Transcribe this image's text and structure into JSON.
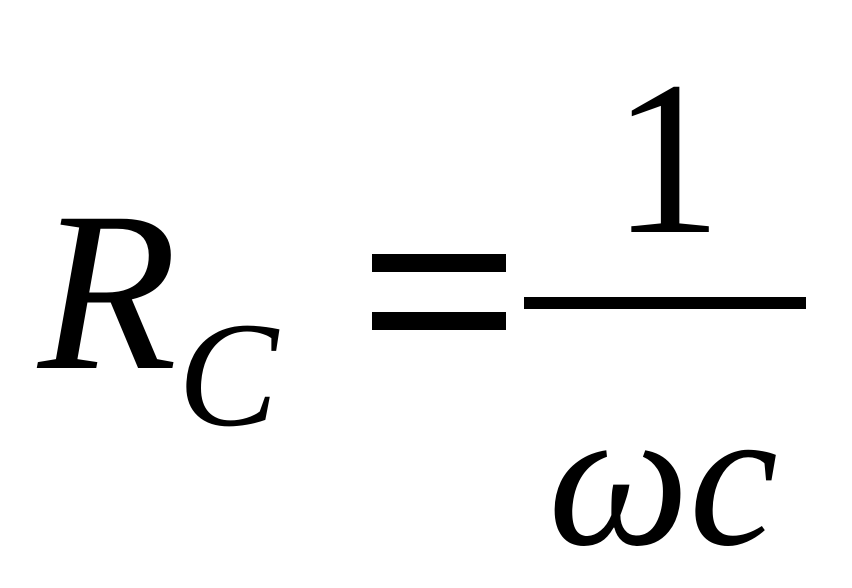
{
  "formula": {
    "lhs_symbol": "R",
    "lhs_subscript": "C",
    "operator": "=",
    "numerator": "1",
    "denominator": "ωc"
  }
}
